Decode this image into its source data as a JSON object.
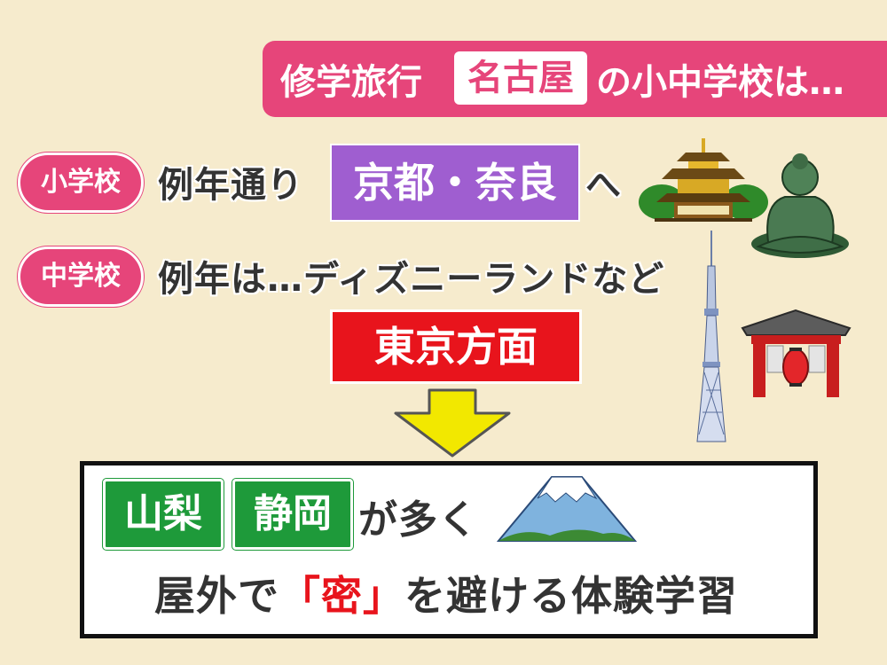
{
  "header": {
    "prefix": "修学旅行",
    "highlight": "名古屋",
    "suffix": "の小中学校は…"
  },
  "elementary": {
    "badge": "小学校",
    "text": "例年通り",
    "destination": "京都・奈良",
    "particle": "へ"
  },
  "junior_high": {
    "badge": "中学校",
    "text": "例年は…ディズニーランドなど",
    "destination": "東京方面"
  },
  "result": {
    "place1": "山梨",
    "place2": "静岡",
    "many": "が多く",
    "line2_prefix": "屋外で",
    "bracket_open": "「",
    "keyword": "密",
    "bracket_close": "」",
    "line2_suffix": "を避ける体験学習"
  },
  "colors": {
    "background": "#f6ebcd",
    "pink": "#e6457a",
    "purple": "#9f5ed0",
    "red": "#e8141c",
    "green": "#1e9a3a",
    "arrow": "#f2e800"
  },
  "icons": [
    "golden-pavilion-icon",
    "great-buddha-icon",
    "skytree-icon",
    "kaminarimon-gate-icon",
    "mount-fuji-icon",
    "down-arrow-icon"
  ]
}
